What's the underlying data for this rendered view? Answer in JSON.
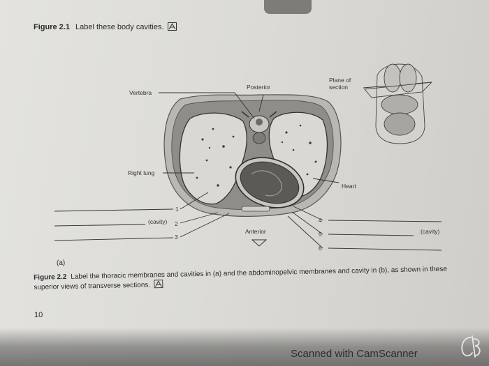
{
  "figure1": {
    "number": "Figure 2.1",
    "instruction": "Label these body cavities."
  },
  "diagram": {
    "posterior": "Posterior",
    "anterior": "Anterior",
    "vertebra": "Vertebra",
    "right_lung": "Right lung",
    "heart": "Heart",
    "plane_of_section": "Plane of\nsection",
    "blank_numbers": [
      "1",
      "2",
      "3",
      "4",
      "5",
      "6"
    ],
    "cavity_hint": "(cavity)"
  },
  "sublabel": "(a)",
  "figure2": {
    "number": "Figure 2.2",
    "caption": "Label the thoracic membranes and cavities in (a) and the abdominopelvic membranes and cavity in (b), as shown in these superior views of transverse sections."
  },
  "page_number": "10",
  "watermark": "Scanned with CamScanner",
  "signature": "CB",
  "colors": {
    "ink": "#2a2a2a",
    "paper": "#dfded9",
    "tissue": "#6f6e6a"
  }
}
